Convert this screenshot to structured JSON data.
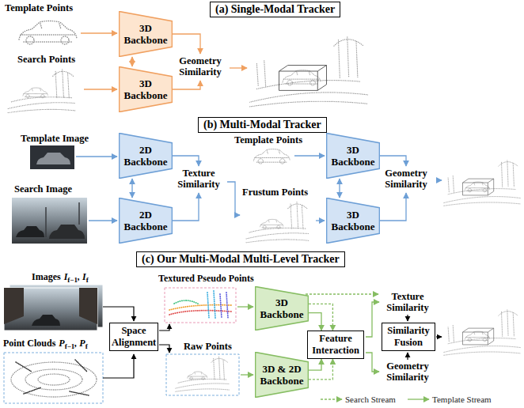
{
  "diagram": {
    "nodes": [
      {
        "text": [
          "(a) Single-Modal Tracker"
        ]
      },
      {
        "text": [
          "3D Backbone"
        ]
      },
      {
        "text": [
          "3D Backbone"
        ]
      },
      {
        "text": [
          "(b) Multi-Modal Tracker"
        ]
      },
      {
        "text": [
          "2D Backbone"
        ]
      },
      {
        "text": [
          "2D Backbone"
        ]
      },
      {
        "text": [
          "3D Backbone"
        ]
      },
      {
        "text": [
          "3D Backbone"
        ]
      },
      {
        "text": [
          "(c) Our Multi-Modal Multi-Level Tracker"
        ]
      },
      {
        "text": [
          "Space Alignment"
        ]
      },
      {
        "text": [
          "3D Backbone"
        ]
      },
      {
        "text": [
          "3D & 2D Backbone"
        ]
      },
      {
        "text": [
          "Feature Interaction"
        ]
      },
      {
        "text": [
          "Similarity Fusion"
        ]
      }
    ],
    "edges": [
      {
        "from": 1,
        "to": 2,
        "arrow": "both"
      },
      {
        "from": 4,
        "to": 5,
        "arrow": "both"
      },
      {
        "from": 6,
        "to": 7,
        "arrow": "both"
      },
      {
        "from": 10,
        "to": 12,
        "arrow": "to"
      },
      {
        "from": 10,
        "to": 12,
        "arrow": "to"
      },
      {
        "from": 11,
        "to": 12,
        "arrow": "to"
      },
      {
        "from": 11,
        "to": 12,
        "arrow": "to"
      }
    ],
    "labels": [
      "Template Points",
      "Search Points",
      "Geometry Similarity",
      "Template Image",
      "Search Image",
      "Texture Similarity",
      "Template Points",
      "Frustum Points",
      "Geometry Similarity",
      "Images",
      "I",
      "f−1",
      ", I",
      "f",
      "Textured Pseudo Points",
      "Point Clouds",
      "P",
      "f−1",
      ", P",
      "f",
      "Raw Points",
      "Texture Similarity",
      "Geometry Similarity"
    ],
    "legend": [
      {
        "text": "Search Stream"
      },
      {
        "text": "Template Stream"
      }
    ]
  }
}
